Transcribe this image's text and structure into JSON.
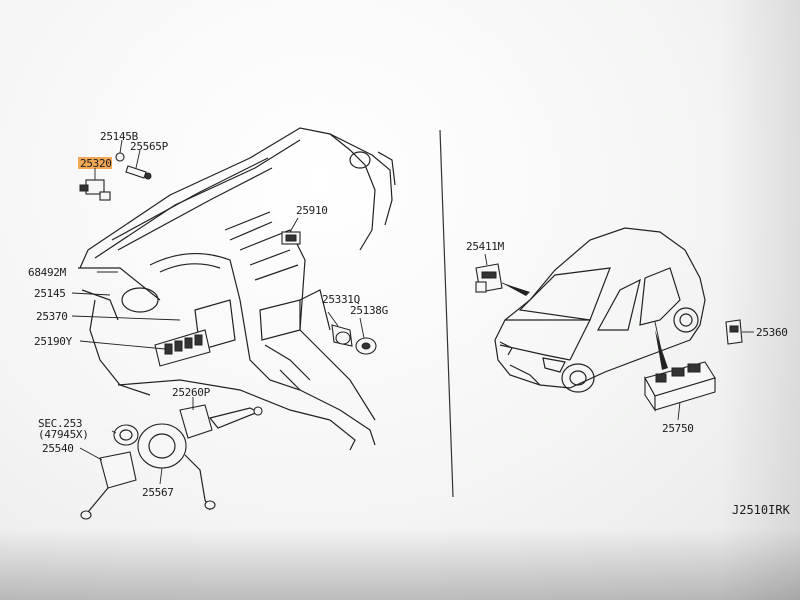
{
  "diagram": {
    "code": "J2510IRK",
    "callouts": [
      {
        "id": "25145B",
        "text": "25145B"
      },
      {
        "id": "25565P",
        "text": "25565P"
      },
      {
        "id": "25320",
        "text": "25320",
        "highlight": "#f29a3a"
      },
      {
        "id": "25910",
        "text": "25910"
      },
      {
        "id": "68492M",
        "text": "68492M"
      },
      {
        "id": "25145",
        "text": "25145"
      },
      {
        "id": "25370",
        "text": "25370"
      },
      {
        "id": "25190Y",
        "text": "25190Y"
      },
      {
        "id": "25331Q",
        "text": "25331Q"
      },
      {
        "id": "25138G",
        "text": "25138G"
      },
      {
        "id": "25260P",
        "text": "25260P"
      },
      {
        "id": "SEC253",
        "text": "SEC.253"
      },
      {
        "id": "47945X",
        "text": "(47945X)"
      },
      {
        "id": "25540",
        "text": "25540"
      },
      {
        "id": "25567",
        "text": "25567"
      },
      {
        "id": "25411M",
        "text": "25411M"
      },
      {
        "id": "25360",
        "text": "25360"
      },
      {
        "id": "25750",
        "text": "25750"
      }
    ]
  }
}
